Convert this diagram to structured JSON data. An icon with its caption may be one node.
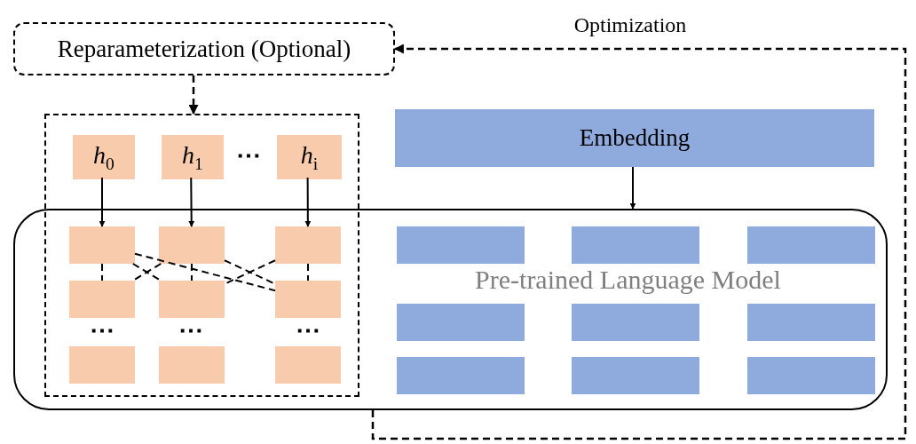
{
  "diagram": {
    "nodes": [
      {
        "text": [
          "Reparameterization (Optional)"
        ]
      },
      {
        "text": [],
        "shape": "box"
      },
      {
        "text": [
          "*h*$_{0}$"
        ],
        "in": 1
      },
      {
        "text": [
          "*h*$_{1}$"
        ],
        "in": 1
      },
      {
        "text": [
          "*h*$_{i}$"
        ],
        "in": 1
      },
      {
        "text": [
          "Embedding"
        ]
      },
      {
        "text": [
          "Pre-trained Language Model"
        ]
      },
      {
        "text": [],
        "shape": "box"
      },
      {
        "text": [],
        "shape": "box"
      },
      {
        "text": [],
        "shape": "box"
      },
      {
        "text": [],
        "shape": "box"
      },
      {
        "text": [],
        "shape": "box"
      },
      {
        "text": [],
        "shape": "box"
      },
      {
        "text": [],
        "shape": "box"
      },
      {
        "text": [],
        "shape": "box"
      },
      {
        "text": [],
        "shape": "box"
      },
      {
        "text": [],
        "shape": "box",
        "in": 6
      },
      {
        "text": [],
        "shape": "box",
        "in": 6
      },
      {
        "text": [],
        "shape": "box",
        "in": 6
      },
      {
        "text": [],
        "shape": "box",
        "in": 6
      },
      {
        "text": [],
        "shape": "box",
        "in": 6
      },
      {
        "text": [],
        "shape": "box",
        "in": 6
      },
      {
        "text": [],
        "shape": "box",
        "in": 6
      },
      {
        "text": [],
        "shape": "box",
        "in": 6
      },
      {
        "text": [],
        "shape": "box",
        "in": 6
      }
    ],
    "edges": [
      {
        "from": 0,
        "to": 1,
        "arrow": "to",
        "style": "dashed"
      },
      {
        "from": 2,
        "to": 7,
        "arrow": "to"
      },
      {
        "from": 3,
        "to": 8,
        "arrow": "to"
      },
      {
        "from": 4,
        "to": 9,
        "arrow": "to"
      },
      {
        "from": 5,
        "to": 6,
        "arrow": "to"
      },
      {
        "from": 7,
        "to": 10,
        "arrow": "none",
        "style": "dashed"
      },
      {
        "from": 7,
        "to": 11,
        "arrow": "none",
        "style": "dashed"
      },
      {
        "from": 8,
        "to": 10,
        "arrow": "none",
        "style": "dashed"
      },
      {
        "from": 8,
        "to": 11,
        "arrow": "none",
        "style": "dashed"
      },
      {
        "from": 8,
        "to": 12,
        "arrow": "none",
        "style": "dashed"
      },
      {
        "from": 7,
        "to": 12,
        "arrow": "none",
        "style": "dashed"
      },
      {
        "from": 9,
        "to": 11,
        "arrow": "none",
        "style": "dashed"
      },
      {
        "from": 9,
        "to": 12,
        "arrow": "none",
        "style": "dashed"
      },
      {
        "from": 6,
        "to": 0,
        "arrow": "to",
        "style": "dashed",
        "label": "Optimization"
      }
    ],
    "labels": [
      "⋯",
      "⋯",
      "⋯",
      "⋯"
    ]
  }
}
